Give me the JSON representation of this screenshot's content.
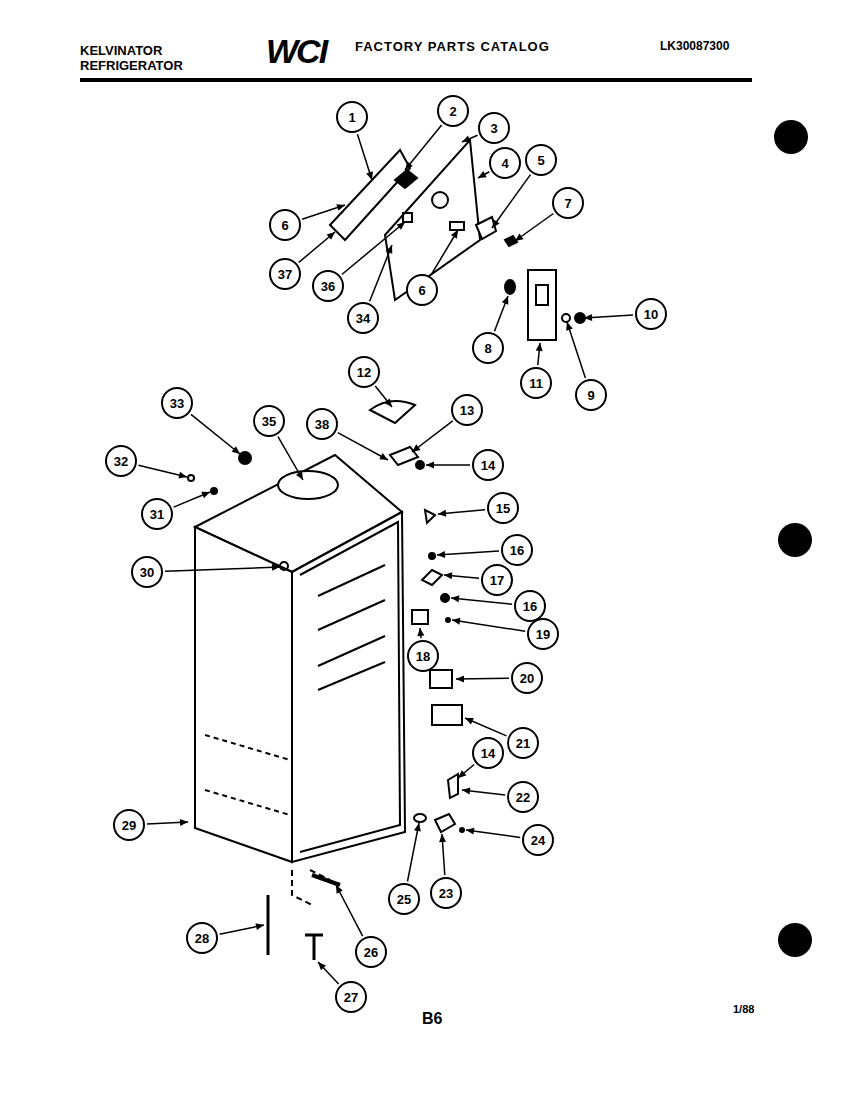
{
  "diagram": {
    "nodes": [
      {
        "text": [
          "2"
        ]
      },
      {
        "text": [
          "1"
        ]
      },
      {
        "text": [
          "3"
        ]
      },
      {
        "text": [
          "5"
        ]
      },
      {
        "text": [
          "4"
        ]
      },
      {
        "text": [
          "7"
        ]
      },
      {
        "text": [
          "6"
        ]
      },
      {
        "text": [
          "37"
        ]
      },
      {
        "text": [
          "36"
        ]
      },
      {
        "text": [
          "6"
        ]
      },
      {
        "text": [
          "34"
        ]
      },
      {
        "text": [
          "10"
        ]
      },
      {
        "text": [
          "8"
        ]
      },
      {
        "text": [
          "12"
        ]
      },
      {
        "text": [
          "11"
        ]
      },
      {
        "text": [
          "9"
        ]
      },
      {
        "text": [
          "33"
        ]
      },
      {
        "text": [
          "13"
        ]
      },
      {
        "text": [
          "35"
        ]
      },
      {
        "text": [
          "38"
        ]
      },
      {
        "text": [
          "32"
        ]
      },
      {
        "text": [
          "14"
        ]
      },
      {
        "text": [
          "15"
        ]
      },
      {
        "text": [
          "31"
        ]
      },
      {
        "text": [
          "16"
        ]
      },
      {
        "text": [
          "30"
        ]
      },
      {
        "text": [
          "17"
        ]
      },
      {
        "text": [
          "16"
        ]
      },
      {
        "text": [
          "19"
        ]
      },
      {
        "text": [
          "18"
        ]
      },
      {
        "text": [
          "20"
        ]
      },
      {
        "text": [
          "21"
        ]
      },
      {
        "text": [
          "14"
        ]
      },
      {
        "text": [
          "22"
        ]
      },
      {
        "text": [
          "29"
        ]
      },
      {
        "text": [
          "24"
        ]
      },
      {
        "text": [
          "23"
        ]
      },
      {
        "text": [
          "25"
        ]
      },
      {
        "text": [
          "28"
        ]
      },
      {
        "text": [
          "26"
        ]
      },
      {
        "text": [
          "27"
        ]
      }
    ],
    "labels": [
      "KELVINATOR",
      "REFRIGERATOR",
      "WCI",
      "FACTORY PARTS CATALOG",
      "LK30087300",
      "B6",
      "1/88"
    ]
  }
}
